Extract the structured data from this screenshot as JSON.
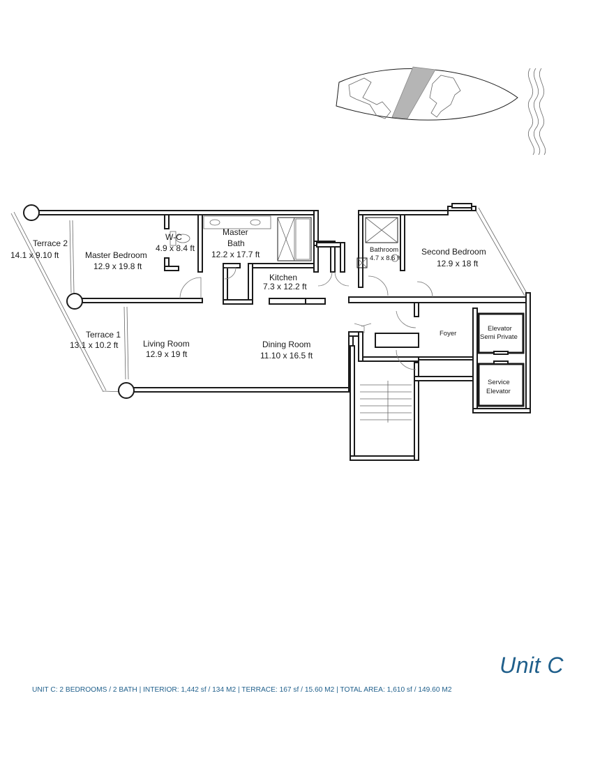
{
  "colors": {
    "accent": "#1f5f8b",
    "wall": "#1a1a1a",
    "key_plan_highlight": "#b5b5b5"
  },
  "rooms": {
    "terrace_2": {
      "name": "Terrace 2",
      "dims": "14.1 x 9.10 ft"
    },
    "master_bedroom": {
      "name": "Master Bedroom",
      "dims": "12.9 x 19.8 ft"
    },
    "wc": {
      "name": "W-C",
      "dims": "4.9 x 8.4 ft"
    },
    "master_bath": {
      "name_line1": "Master",
      "name_line2": "Bath",
      "dims": "12.2 x 17.7 ft"
    },
    "kitchen": {
      "name": "Kitchen",
      "dims": "7.3 x 12.2 ft"
    },
    "bathroom": {
      "name": "Bathroom",
      "dims": "4.7 x 8.6 ft"
    },
    "second_bedroom": {
      "name": "Second Bedroom",
      "dims": "12.9 x 18 ft"
    },
    "terrace_1": {
      "name": "Terrace 1",
      "dims": "13.1 x 10.2 ft"
    },
    "living_room": {
      "name": "Living Room",
      "dims": "12.9 x 19 ft"
    },
    "dining_room": {
      "name": "Dining Room",
      "dims": "11.10 x 16.5 ft"
    },
    "foyer": {
      "name": "Foyer"
    },
    "elevator_semi_private": {
      "line1": "Elevator",
      "line2": "Semi Private"
    },
    "service_elevator": {
      "line1": "Service",
      "line2": "Elevator"
    }
  },
  "footer": {
    "unit_title": "Unit C",
    "summary": "UNIT C: 2 BEDROOMS / 2 BATH | INTERIOR: 1,442 sf / 134 M2 | TERRACE: 167 sf / 15.60 M2 | TOTAL AREA: 1,610 sf / 149.60 M2"
  }
}
